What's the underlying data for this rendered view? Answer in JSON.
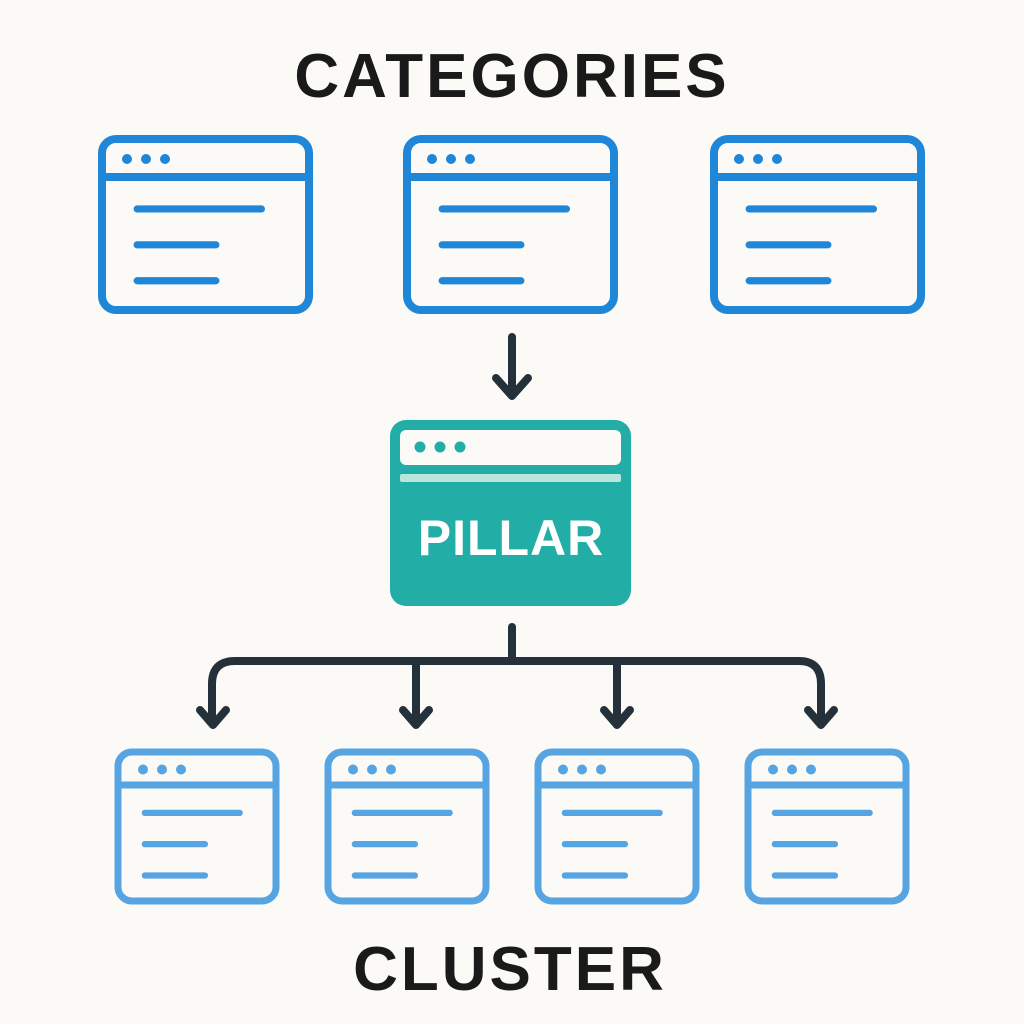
{
  "diagram": {
    "top_label": "CATEGORIES",
    "center_label": "PILLAR",
    "bottom_label": "CLUSTER",
    "colors": {
      "background": "#fbfaf7",
      "category_blue": "#1f86d8",
      "cluster_blue": "#56a4e2",
      "pillar_teal": "#22ada7",
      "pillar_strip": "#b9e6dc",
      "arrow_dark": "#25313a",
      "text_dark": "#1a1a1a"
    },
    "categories": [
      {
        "icon": "browser-window-icon",
        "lines": 3
      },
      {
        "icon": "browser-window-icon",
        "lines": 3
      },
      {
        "icon": "browser-window-icon",
        "lines": 3
      }
    ],
    "pillar": {
      "icon": "browser-window-icon",
      "label": "PILLAR"
    },
    "clusters": [
      {
        "icon": "browser-window-icon",
        "lines": 3
      },
      {
        "icon": "browser-window-icon",
        "lines": 3
      },
      {
        "icon": "browser-window-icon",
        "lines": 3
      },
      {
        "icon": "browser-window-icon",
        "lines": 3
      }
    ],
    "edges": [
      {
        "from": "categories",
        "to": "pillar"
      },
      {
        "from": "pillar",
        "to": "cluster-1"
      },
      {
        "from": "pillar",
        "to": "cluster-2"
      },
      {
        "from": "pillar",
        "to": "cluster-3"
      },
      {
        "from": "pillar",
        "to": "cluster-4"
      }
    ]
  }
}
